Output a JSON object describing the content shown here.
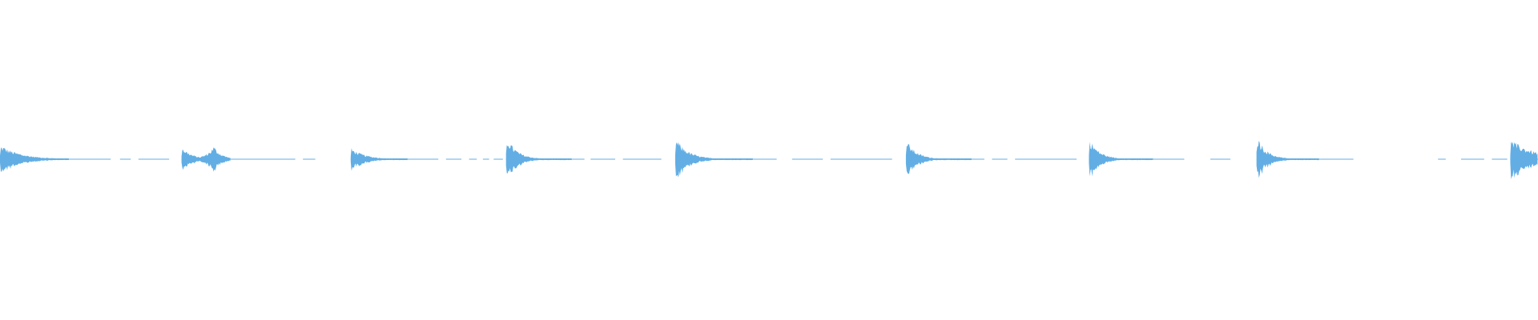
{
  "waveform": {
    "color": "#62aee4",
    "background": "#ffffff",
    "clips": [
      {
        "start": 0.0,
        "end": 0.045,
        "amplitude": 0.95,
        "decay": 0.65
      },
      {
        "start": 0.118,
        "end": 0.15,
        "amplitude": 0.85,
        "decay": 0.45,
        "second_peak": {
          "at": 0.021,
          "amplitude": 1.0
        }
      },
      {
        "start": 0.228,
        "end": 0.265,
        "amplitude": 0.75,
        "decay": 0.55
      },
      {
        "start": 0.329,
        "end": 0.372,
        "amplitude": 1.55,
        "decay": 0.35
      },
      {
        "start": 0.439,
        "end": 0.49,
        "amplitude": 1.45,
        "decay": 0.35
      },
      {
        "start": 0.589,
        "end": 0.632,
        "amplitude": 1.3,
        "decay": 0.35
      },
      {
        "start": 0.708,
        "end": 0.75,
        "amplitude": 1.4,
        "decay": 0.35
      },
      {
        "start": 0.817,
        "end": 0.858,
        "amplitude": 1.55,
        "decay": 0.35
      },
      {
        "start": 0.982,
        "end": 1.0,
        "amplitude": 1.3,
        "decay": 2.0
      }
    ],
    "silence_segments": [
      [
        0.045,
        0.072
      ],
      [
        0.078,
        0.085
      ],
      [
        0.09,
        0.11
      ],
      [
        0.15,
        0.192
      ],
      [
        0.197,
        0.205
      ],
      [
        0.265,
        0.285
      ],
      [
        0.29,
        0.3
      ],
      [
        0.305,
        0.31
      ],
      [
        0.314,
        0.318
      ],
      [
        0.321,
        0.327
      ],
      [
        0.372,
        0.38
      ],
      [
        0.384,
        0.4
      ],
      [
        0.405,
        0.43
      ],
      [
        0.49,
        0.505
      ],
      [
        0.515,
        0.535
      ],
      [
        0.54,
        0.58
      ],
      [
        0.632,
        0.64
      ],
      [
        0.645,
        0.655
      ],
      [
        0.66,
        0.7
      ],
      [
        0.75,
        0.77
      ],
      [
        0.787,
        0.8
      ],
      [
        0.858,
        0.88
      ],
      [
        0.935,
        0.94
      ],
      [
        0.95,
        0.965
      ],
      [
        0.97,
        0.98
      ]
    ]
  }
}
